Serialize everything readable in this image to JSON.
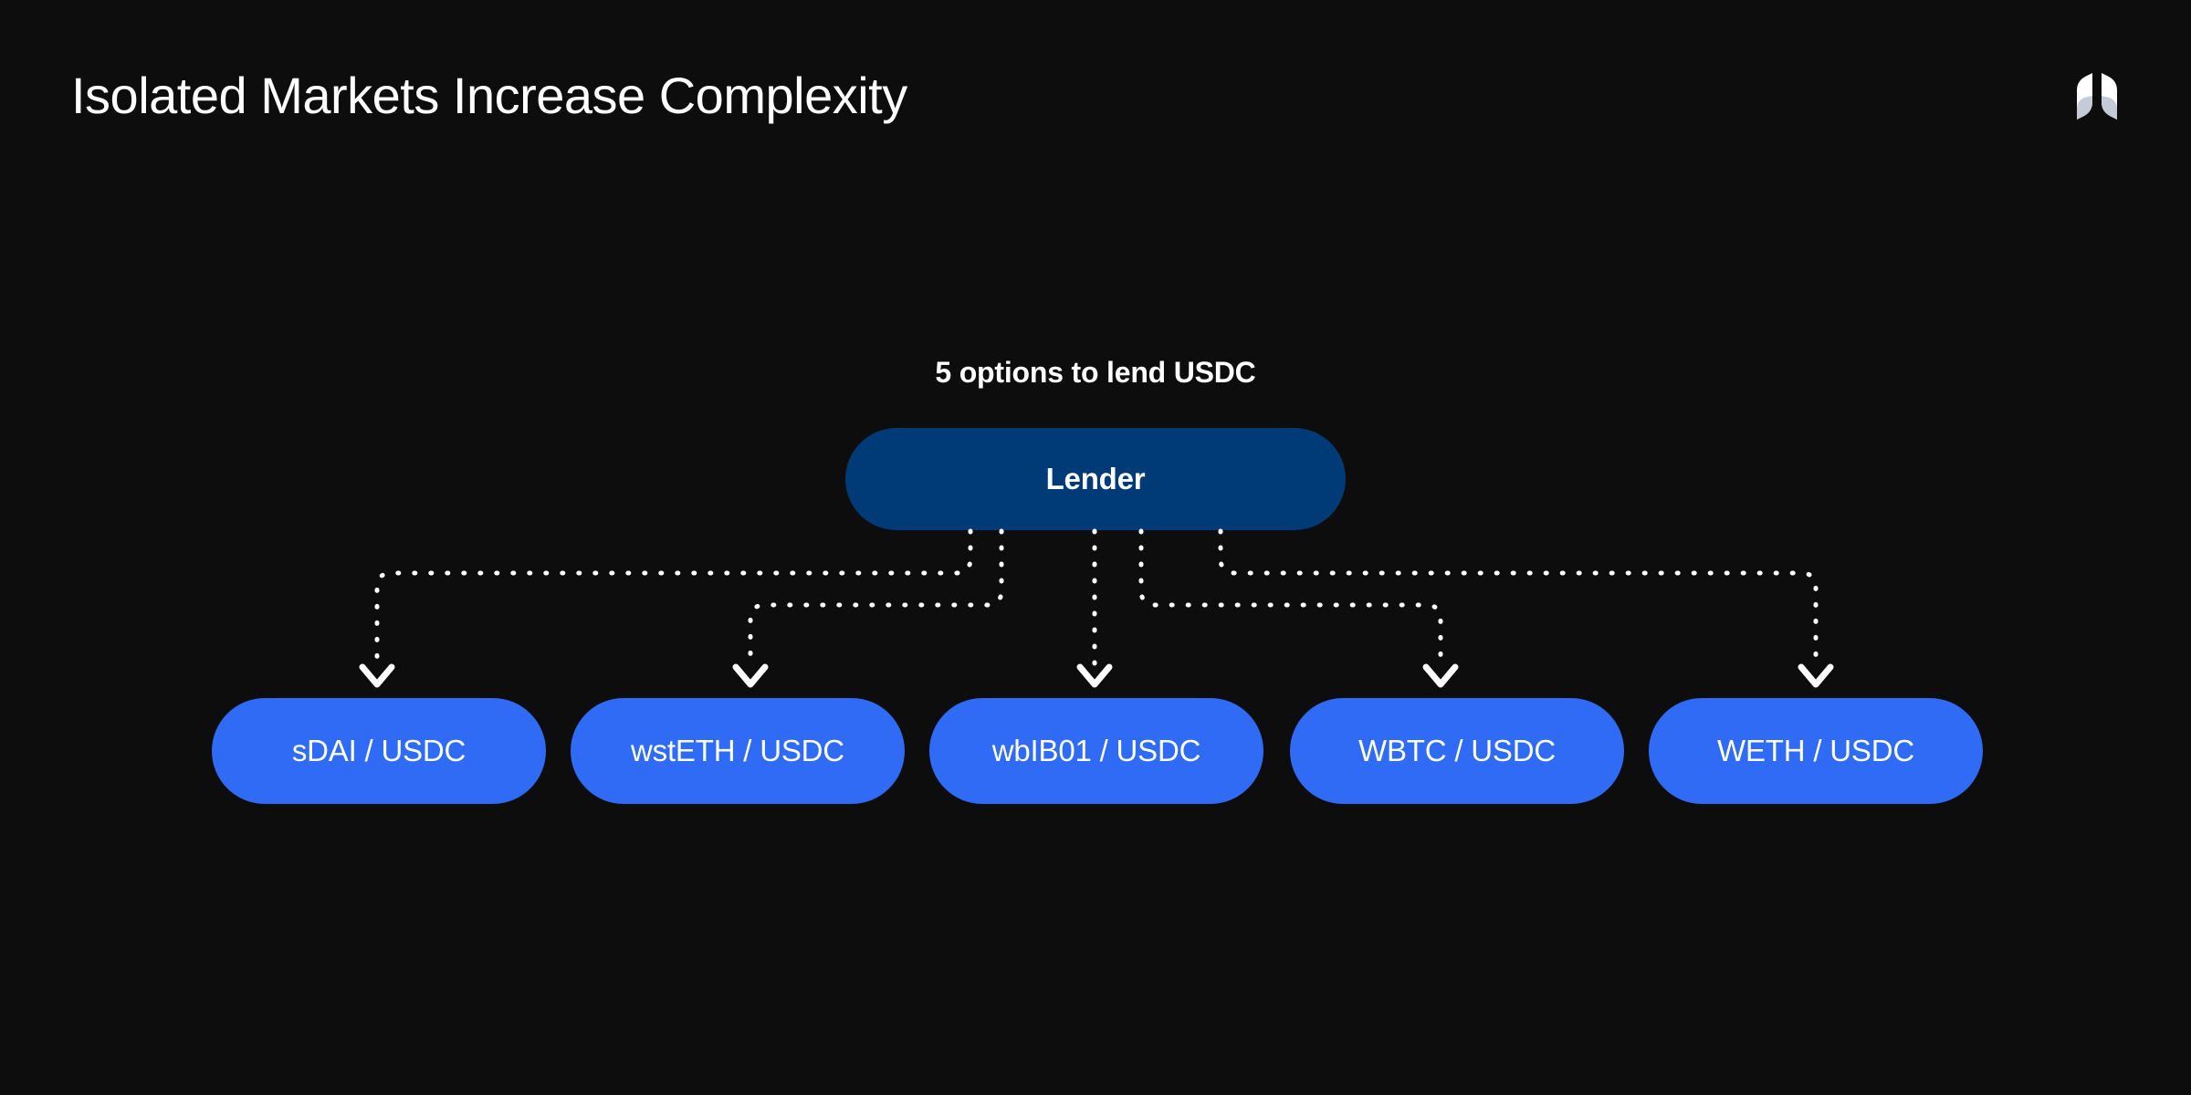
{
  "header": {
    "title": "Isolated Markets Increase Complexity",
    "logo_name": "morpho-butterfly-logo"
  },
  "colors": {
    "background": "#0d0d0e",
    "lender_fill": "#003A77",
    "market_fill": "#2f6bf5",
    "text": "#ffffff",
    "connector": "#ffffff"
  },
  "diagram": {
    "type": "flow-tree",
    "caption": "5 options to lend USDC",
    "source_node": {
      "label": "Lender"
    },
    "target_nodes": [
      {
        "label": "sDAI / USDC"
      },
      {
        "label": "wstETH / USDC"
      },
      {
        "label": "wbIB01 / USDC"
      },
      {
        "label": "WBTC / USDC"
      },
      {
        "label": "WETH / USDC"
      }
    ],
    "connector_style": "dotted-elbow-with-chevron-arrowhead",
    "connector_count": 5
  }
}
